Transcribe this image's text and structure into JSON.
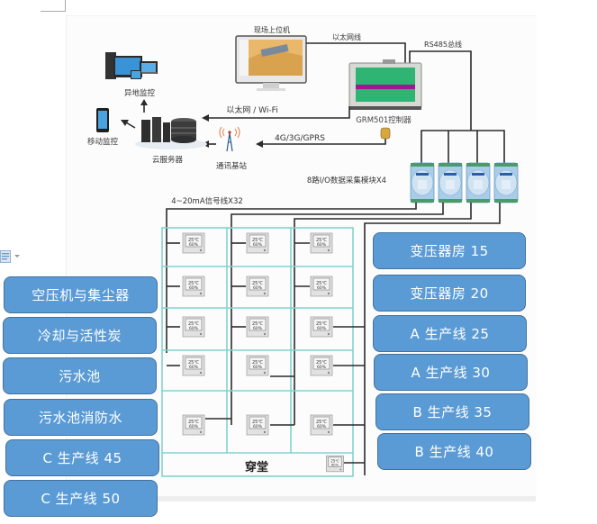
{
  "document": {
    "paste_options_icon": "paste-options-icon"
  },
  "diagram": {
    "labels": {
      "host_pc": "现场上位机",
      "ethernet_cable": "以太网线",
      "rs485_bus": "RS485总线",
      "remote_monitoring": "异地监控",
      "mobile_monitoring": "移动监控",
      "cloud_server": "云服务器",
      "ethernet_wifi": "以太网 / Wi-Fi",
      "cellular": "4G/3G/GPRS",
      "base_station": "通讯基站",
      "controller": "GRM501控制器",
      "io_modules": "8路I/O数据采集模块X4",
      "signal_lines": "4~20mA信号线X32",
      "corridor": "穿堂"
    },
    "module_count": 4,
    "sensor_grid": {
      "rows": 5,
      "cols": 3
    },
    "colors": {
      "box_fill": "#5b9bd5",
      "box_border": "#41719c",
      "grid_line": "#7fd1cc",
      "wire": "#2b2b2b"
    }
  },
  "left_boxes": [
    {
      "label": "空压机与集尘器"
    },
    {
      "label": "冷却与活性炭"
    },
    {
      "label": "污水池"
    },
    {
      "label": "污水池消防水"
    },
    {
      "label": "C 生产线 45"
    },
    {
      "label": "C 生产线 50"
    }
  ],
  "right_boxes": [
    {
      "label": "变压器房 15"
    },
    {
      "label": "变压器房 20"
    },
    {
      "label": "A 生产线 25"
    },
    {
      "label": "A 生产线 30"
    },
    {
      "label": "B 生产线 35"
    },
    {
      "label": "B 生产线 40"
    }
  ]
}
